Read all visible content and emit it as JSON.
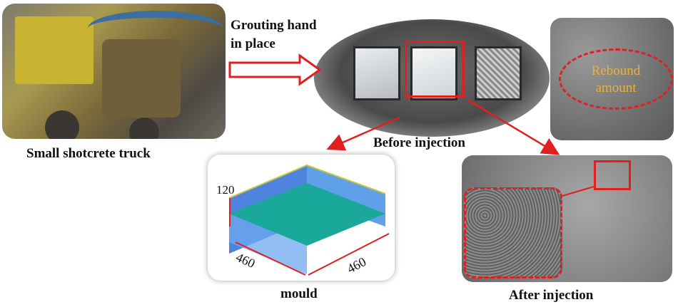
{
  "labels": {
    "truck": "Small shotcrete truck",
    "grouting": [
      "Grouting hand",
      "in place"
    ],
    "before": "Before injection",
    "rebound": [
      "Rebound",
      "amount"
    ],
    "mould": "mould",
    "after": "After injection"
  },
  "mould_dims": {
    "height": "120",
    "length_left": "460",
    "length_right": "460"
  },
  "colors": {
    "accent_red": "#e02020",
    "rebound_text": "#e4b43c",
    "mould_floor": "#1aa89a",
    "mould_wall": "#2f6fd8"
  }
}
